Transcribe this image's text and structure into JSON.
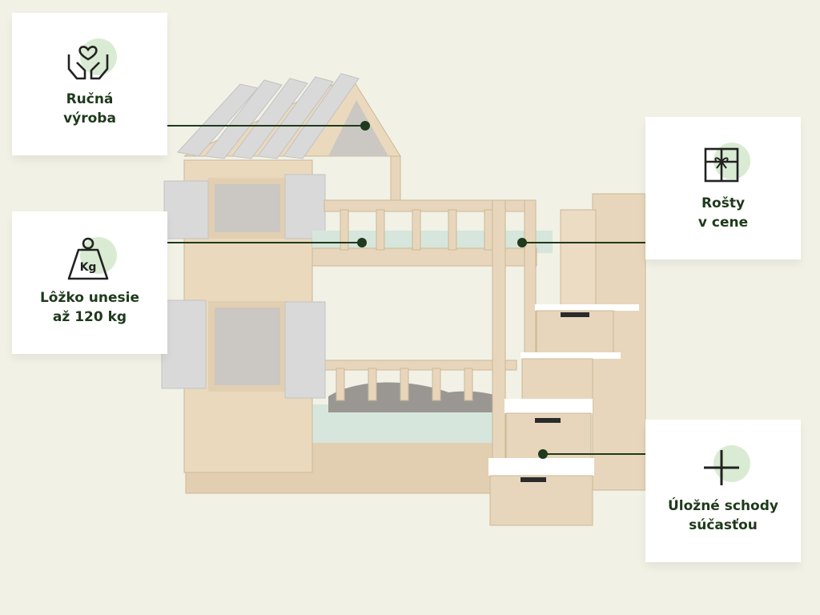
{
  "features": [
    {
      "id": "handmade",
      "label": "Ručná\nvýroba",
      "icon": "heart-hands-icon"
    },
    {
      "id": "load",
      "label": "Lôžko unesie\naž 120 kg",
      "icon": "kg-weight-icon",
      "weight_text": "Kg"
    },
    {
      "id": "slats",
      "label": "Rošty\nv cene",
      "icon": "gift-box-icon"
    },
    {
      "id": "stairs",
      "label": "Úložné schody\nsúčasťou",
      "icon": "plus-icon"
    }
  ],
  "colors": {
    "background": "#f1f1e6",
    "accent_dark": "#1f3a1c",
    "icon_blob": "#d9ebd2",
    "wood": "#e7d6bb",
    "mattress": "#d6e6dc",
    "shutter": "#d9d9d9"
  }
}
